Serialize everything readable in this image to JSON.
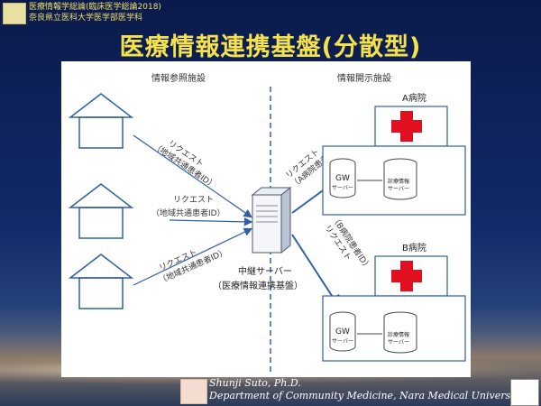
{
  "header": {
    "line1": "医療情報学総論(臨床医学総論2018)",
    "line2": "奈良県立医科大学医学部医学科"
  },
  "title": "医療情報連携基盤(分散型)",
  "diagram": {
    "left_heading": "情報参照施設",
    "right_heading": "情報開示施設",
    "hospital_a": "A病院",
    "hospital_b": "B病院",
    "left_req_1": "リクエスト",
    "left_req_1_sub": "（地域共通患者ID）",
    "left_req_2": "リクエスト",
    "left_req_2_sub": "（地域共通患者ID）",
    "left_req_3": "リクエスト",
    "left_req_3_sub": "（地域共通患者ID）",
    "relay_label_1": "中継サーバー",
    "relay_label_2": "（医療情報連携基盤）",
    "right_req_a": "リクエスト",
    "right_req_a_sub": "（A病院患者ID）",
    "right_req_b": "リクエスト",
    "right_req_b_sub": "（B病院患者ID）",
    "gw_label": "GW",
    "gw_sub": "サーバー",
    "db_label": "診療情報",
    "db_sub": "サーバー",
    "colors": {
      "arrow": "#2f5fa8",
      "cross": "#e01020",
      "dashed": "#2f5fa8"
    }
  },
  "footer": {
    "name": "Shunji Suto, Ph.D.",
    "dept": "Department of Community Medicine, Nara Medical University"
  }
}
